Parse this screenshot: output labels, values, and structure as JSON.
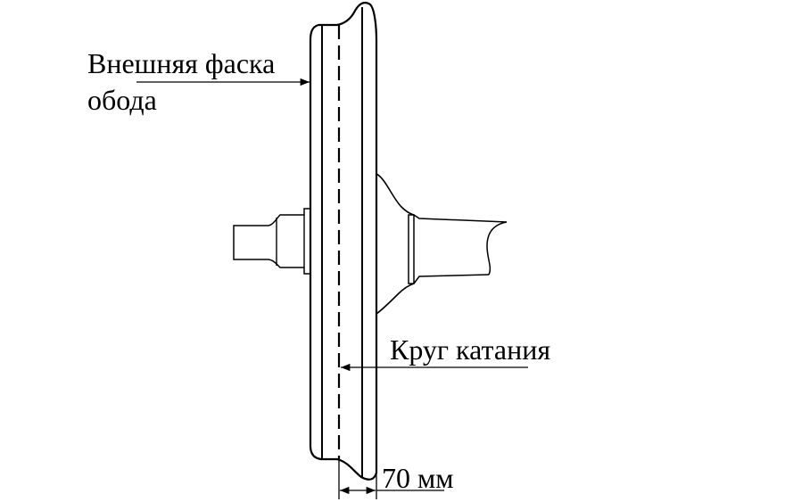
{
  "labels": {
    "rim_chamfer_line1": "Внешняя фаска",
    "rim_chamfer_line2": "обода",
    "rolling_circle": "Круг катания",
    "dimension": "70 мм"
  },
  "colors": {
    "ink": "#000000",
    "paper": "#ffffff"
  }
}
